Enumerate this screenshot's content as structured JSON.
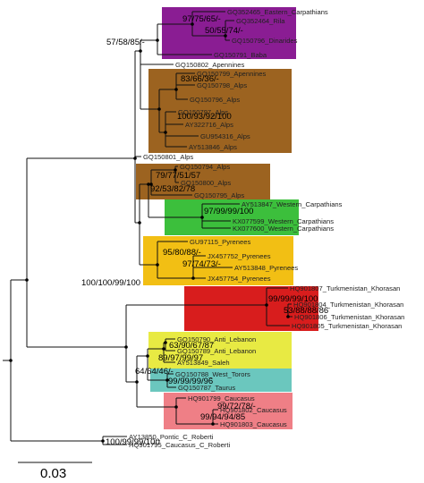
{
  "colors": {
    "purple": "#8a1d93",
    "brown": "#9c6320",
    "green": "#3cbf3c",
    "yellow": "#f2bf14",
    "red": "#d81d1d",
    "lime": "#e8ea43",
    "teal": "#6bc7be",
    "pink": "#ef7f86"
  },
  "tips": [
    {
      "id": "t1",
      "label": "GQ352465_Eastern_Carpathians"
    },
    {
      "id": "t2",
      "label": "GQ352464_Rila"
    },
    {
      "id": "t3",
      "label": "GQ150796_Dinarides"
    },
    {
      "id": "t4",
      "label": "GQ150791_Baba"
    },
    {
      "id": "t5",
      "label": "GQ150802_Apennines"
    },
    {
      "id": "t6",
      "label": "GQ150799_Apennines"
    },
    {
      "id": "t7",
      "label": "GQ150798_Alps"
    },
    {
      "id": "t8",
      "label": "GQ150796_Alps"
    },
    {
      "id": "t9",
      "label": "GQ150797_Alps"
    },
    {
      "id": "t10",
      "label": "AY322716_Alps"
    },
    {
      "id": "t11",
      "label": "GU954316_Alps"
    },
    {
      "id": "t12",
      "label": "AY513846_Alps"
    },
    {
      "id": "t13",
      "label": "GQ150801_Alps"
    },
    {
      "id": "t14",
      "label": "GQ150794_Alps"
    },
    {
      "id": "t15",
      "label": "GQ150800_Alps"
    },
    {
      "id": "t16",
      "label": "GQ150795_Alps"
    },
    {
      "id": "t17",
      "label": "AY513847_Western_Carpathians"
    },
    {
      "id": "t18",
      "label": "KX077599_Western_Carpathians"
    },
    {
      "id": "t19",
      "label": "KX077600_Western_Carpathians"
    },
    {
      "id": "t20",
      "label": "GU97115_Pyrenees"
    },
    {
      "id": "t21",
      "label": "JX457752_Pyrenees"
    },
    {
      "id": "t22",
      "label": "AY513848_Pyrenees"
    },
    {
      "id": "t23",
      "label": "JX457754_Pyrenees"
    },
    {
      "id": "t24",
      "label": "HQ901807_Turkmenistan_Khorasan"
    },
    {
      "id": "t25",
      "label": "HQ901804_Turkmenistan_Khorasan"
    },
    {
      "id": "t26",
      "label": "HQ901806_Turkmenistan_Khorasan"
    },
    {
      "id": "t27",
      "label": "HQ901805_Turkmenistan_Khorasan"
    },
    {
      "id": "t28",
      "label": "GQ150790_Anti_Lebanon"
    },
    {
      "id": "t29",
      "label": "GQ150789_Anti_Lebanon"
    },
    {
      "id": "t30",
      "label": "AY513849_Saleh"
    },
    {
      "id": "t31",
      "label": "GQ150788_West_Torors"
    },
    {
      "id": "t32",
      "label": "GQ150787_Taurus"
    },
    {
      "id": "t33",
      "label": "HQ901799_Caucasus"
    },
    {
      "id": "t34",
      "label": "HQ901802_Caucasus"
    },
    {
      "id": "t35",
      "label": "HQ901803_Caucasus"
    },
    {
      "id": "t36",
      "label": "AY13850_Pontic_C_Roberti"
    },
    {
      "id": "t37",
      "label": "HQ901795_Caucasus_C_Roberti"
    }
  ],
  "supports": [
    {
      "id": "s1",
      "label": "97/75/65/-"
    },
    {
      "id": "s2",
      "label": "50/55/74/-"
    },
    {
      "id": "s3",
      "label": "57/58/85/-"
    },
    {
      "id": "s4",
      "label": "83/66/36/-"
    },
    {
      "id": "s5",
      "label": "100/93/92/100"
    },
    {
      "id": "s6",
      "label": "79/77/51/57"
    },
    {
      "id": "s7",
      "label": "92/53/82/78"
    },
    {
      "id": "s8",
      "label": "97/99/99/100"
    },
    {
      "id": "s9",
      "label": "95/80/88/-"
    },
    {
      "id": "s10",
      "label": "97/74/73/-"
    },
    {
      "id": "s11",
      "label": "100/100/99/100"
    },
    {
      "id": "s12",
      "label": "99/99/99/100"
    },
    {
      "id": "s13",
      "label": "53/88/88/86"
    },
    {
      "id": "s14",
      "label": "63/90/67/87"
    },
    {
      "id": "s15",
      "label": "89/97/99/97"
    },
    {
      "id": "s16",
      "label": "64/64/46/-"
    },
    {
      "id": "s17",
      "label": "99/99/99/96"
    },
    {
      "id": "s18",
      "label": "99/72/78/-"
    },
    {
      "id": "s19",
      "label": "99/94/94/85"
    },
    {
      "id": "s20",
      "label": "100/99/99/100"
    }
  ],
  "scale_bar": {
    "value_label": "0.03"
  }
}
